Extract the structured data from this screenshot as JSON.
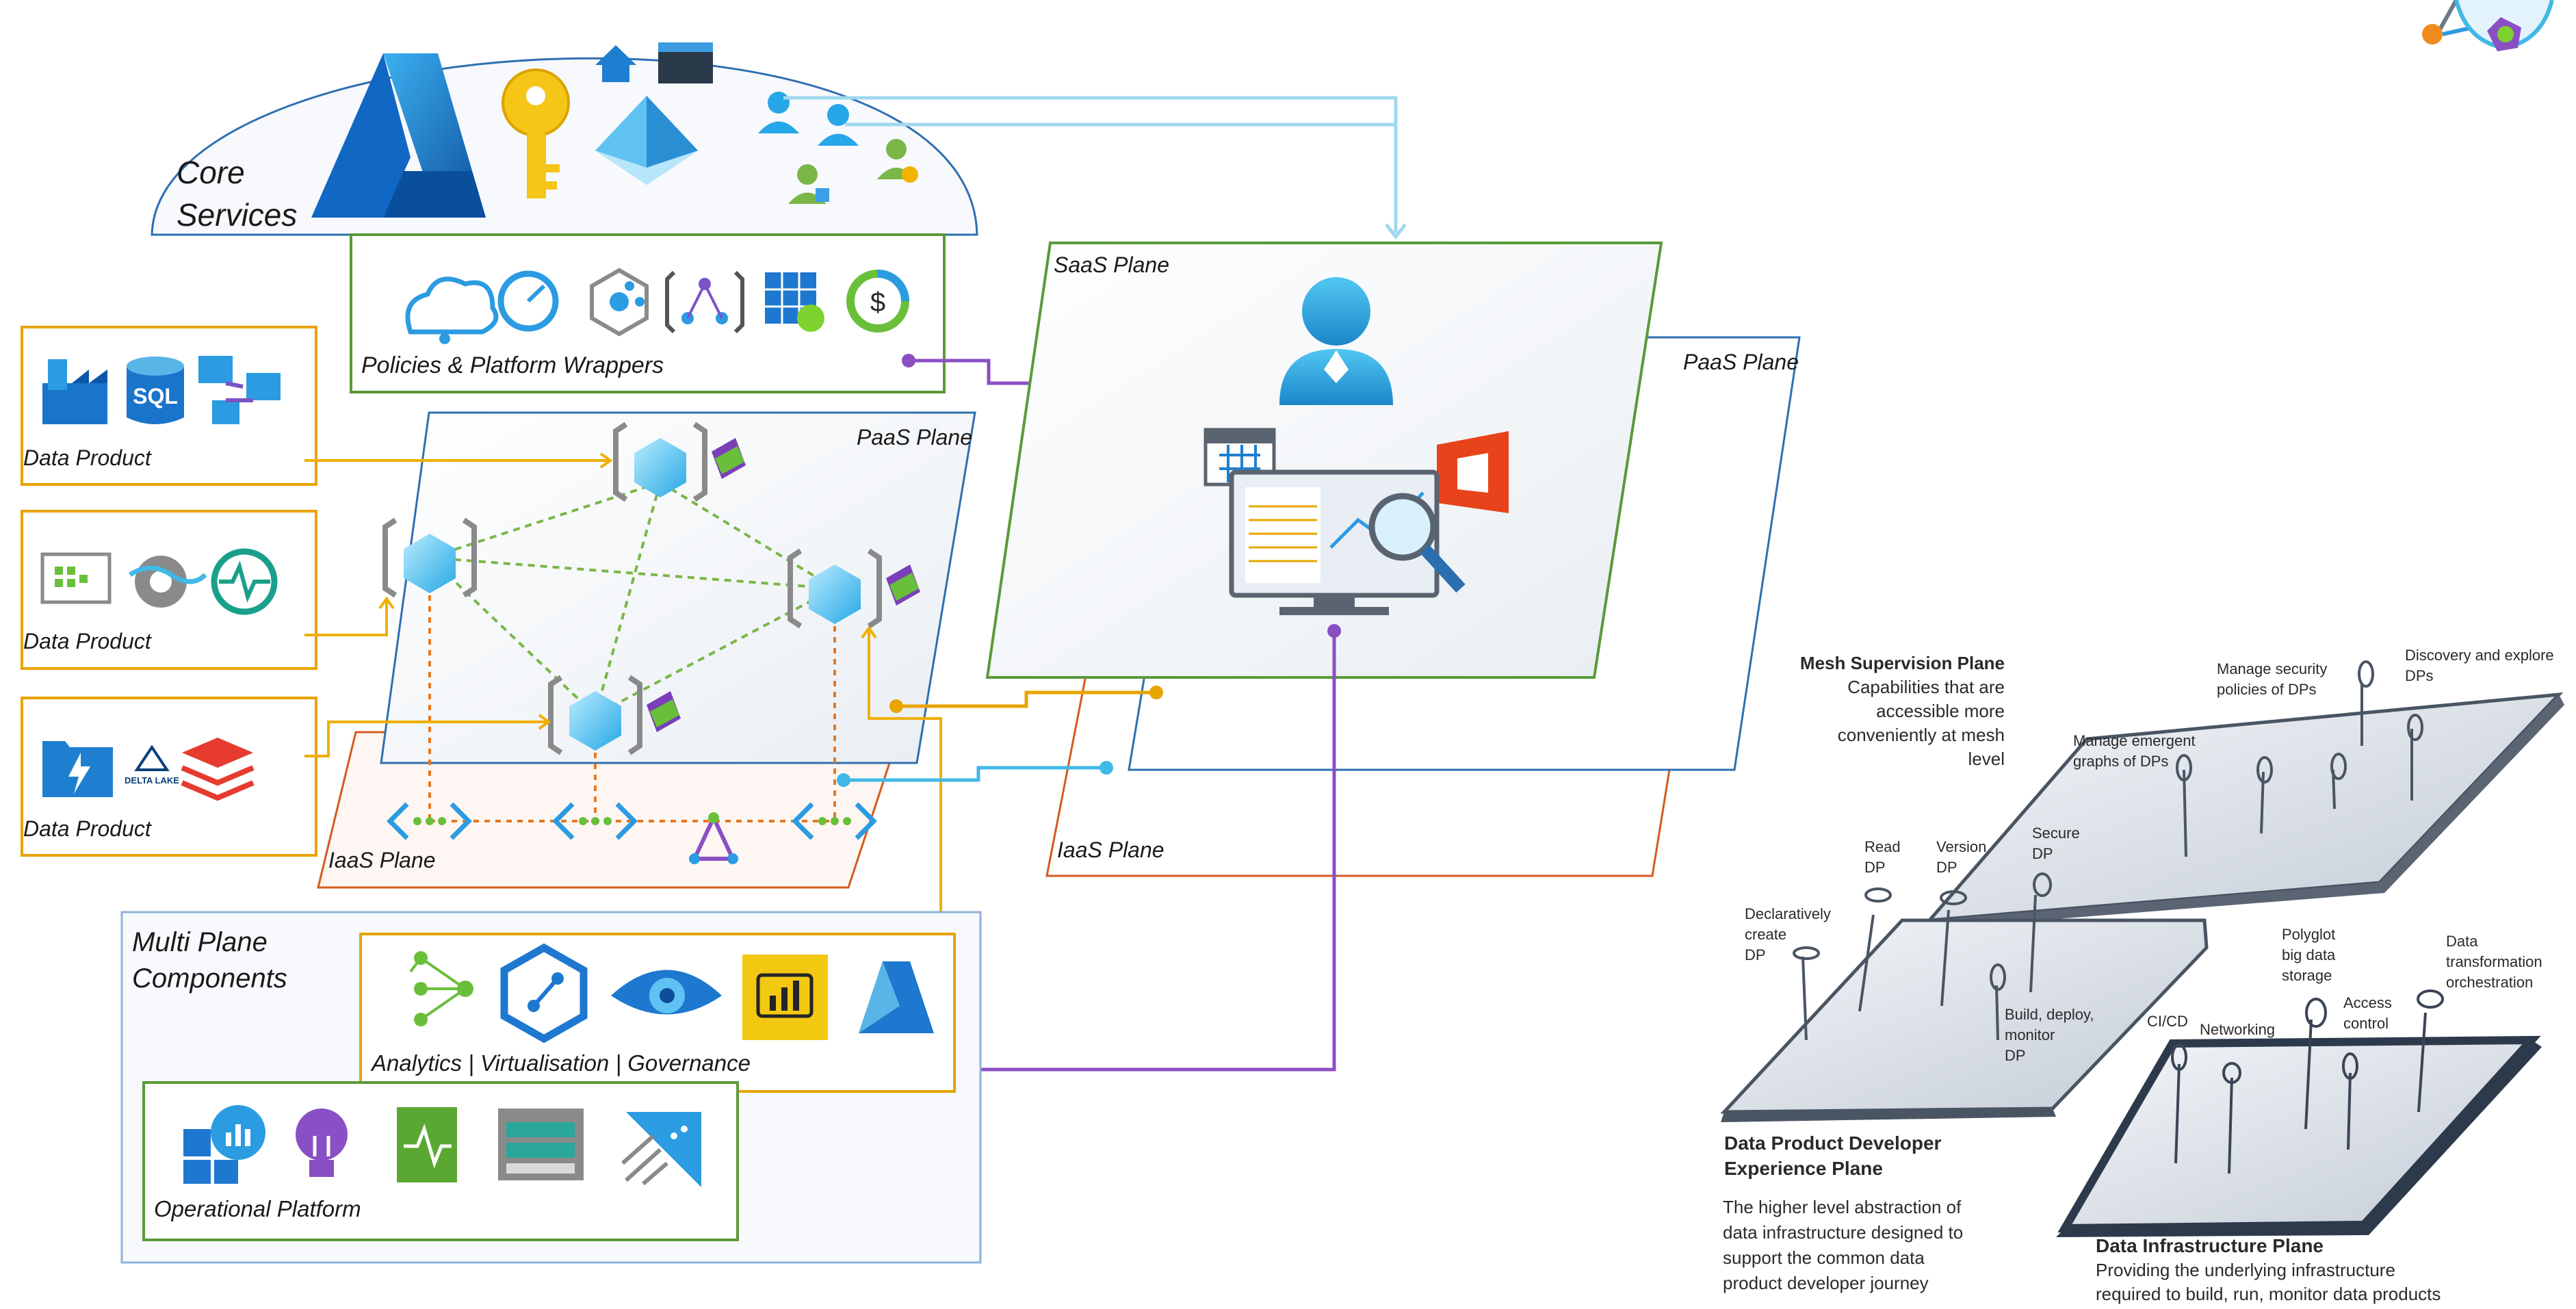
{
  "core": {
    "title_line1": "Core",
    "title_line2": "Services",
    "icons": [
      "azure-logo-icon",
      "key-vault-icon",
      "home-icon",
      "window-icon",
      "active-directory-icon",
      "user-icon",
      "user-icon",
      "user-guest-icon",
      "user-settings-icon"
    ]
  },
  "policies": {
    "label": "Policies & Platform Wrappers",
    "icons": [
      "cloud-policy-icon",
      "dashboard-gauge-icon",
      "event-grid-icon",
      "hierarchy-icon",
      "blueprints-grid-icon",
      "cost-management-icon"
    ]
  },
  "data_products": [
    {
      "label": "Data Product",
      "icons": [
        "data-factory-icon",
        "sql-database-icon",
        "logic-flow-icon"
      ]
    },
    {
      "label": "Data Product",
      "icons": [
        "stream-analytics-icon",
        "event-hub-gear-icon",
        "monitor-pulse-icon"
      ]
    },
    {
      "label": "Data Product",
      "icons": [
        "storage-lightning-icon",
        "delta-lake-icon",
        "databricks-icon"
      ]
    }
  ],
  "delta_lake_text": "DELTA LAKE",
  "sql_text": "SQL",
  "left_planes": {
    "paas": "PaaS Plane",
    "iaas": "IaaS Plane"
  },
  "right_planes": {
    "saas": "SaaS Plane",
    "paas": "PaaS Plane",
    "iaas": "IaaS Plane"
  },
  "multi_plane": {
    "title_line1": "Multi Plane",
    "title_line2": "Components",
    "analytics_label": "Analytics | Virtualisation | Governance",
    "operational_label": "Operational Platform",
    "analytics_icons": [
      "analytics-tree-icon",
      "synapse-icon",
      "purview-eye-icon",
      "power-bi-icon",
      "machine-learning-icon"
    ],
    "operational_icons": [
      "monitor-dashboard-icon",
      "insights-bulb-icon",
      "health-log-icon",
      "storage-blade-icon",
      "data-share-icon"
    ]
  },
  "sketch": {
    "mesh_title": "Mesh Supervision  Plane",
    "mesh_desc": [
      "Capabilities that are",
      "accessible more",
      "conveniently at mesh",
      "level"
    ],
    "mesh_caps": [
      [
        "Manage security",
        "policies of DPs"
      ],
      [
        "Discovery and explore",
        "DPs"
      ],
      [
        "Manage emergent",
        "graphs of DPs"
      ]
    ],
    "dev_caps": [
      [
        "Declaratively",
        "create",
        "DP"
      ],
      [
        "Read",
        "DP"
      ],
      [
        "Version",
        "DP"
      ],
      [
        "Secure",
        "DP"
      ],
      [
        "Build, deploy,",
        "monitor",
        "DP"
      ]
    ],
    "dev_title": [
      "Data Product Developer",
      "Experience Plane"
    ],
    "dev_desc": [
      "The higher level abstraction of",
      "data infrastructure designed to",
      "support the common data",
      "product developer journey"
    ],
    "infra_caps": [
      [
        "CI/CD"
      ],
      [
        "Networking"
      ],
      [
        "Polyglot",
        "big data",
        "storage"
      ],
      [
        "Access",
        "control"
      ],
      [
        "Data",
        "transformation",
        "orchestration"
      ]
    ],
    "infra_title": "Data Infrastructure Plane",
    "infra_desc": [
      "Providing the underlying infrastructure",
      "required to build, run, monitor data products"
    ]
  },
  "colors": {
    "blue": "#2f6fb0",
    "green": "#5a9a3a",
    "orange": "#e8a400",
    "iaas_orange": "#d45b1e",
    "purple": "#8b4fc4",
    "cyan": "#41b8e6",
    "light_blue": "#9fd8f0"
  }
}
